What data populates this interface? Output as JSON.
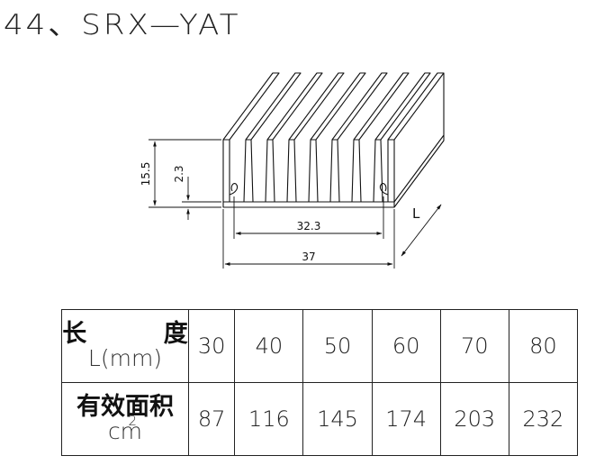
{
  "title": "44、SRX—YAT",
  "drawing": {
    "dims": {
      "height": "15.5",
      "base": "2.3",
      "inner_width": "32.3",
      "outer_width": "37",
      "length": "L"
    }
  },
  "table": {
    "row1": {
      "label_cn": "长 度",
      "label_en": "L(mm)",
      "values": [
        "30",
        "40",
        "50",
        "60",
        "70",
        "80"
      ]
    },
    "row2": {
      "label_cn": "有效面积",
      "label_en": "cm",
      "label_sup": "2",
      "values": [
        "87",
        "116",
        "145",
        "174",
        "203",
        "232"
      ]
    }
  },
  "colors": {
    "line": "#111111",
    "background": "#ffffff"
  }
}
